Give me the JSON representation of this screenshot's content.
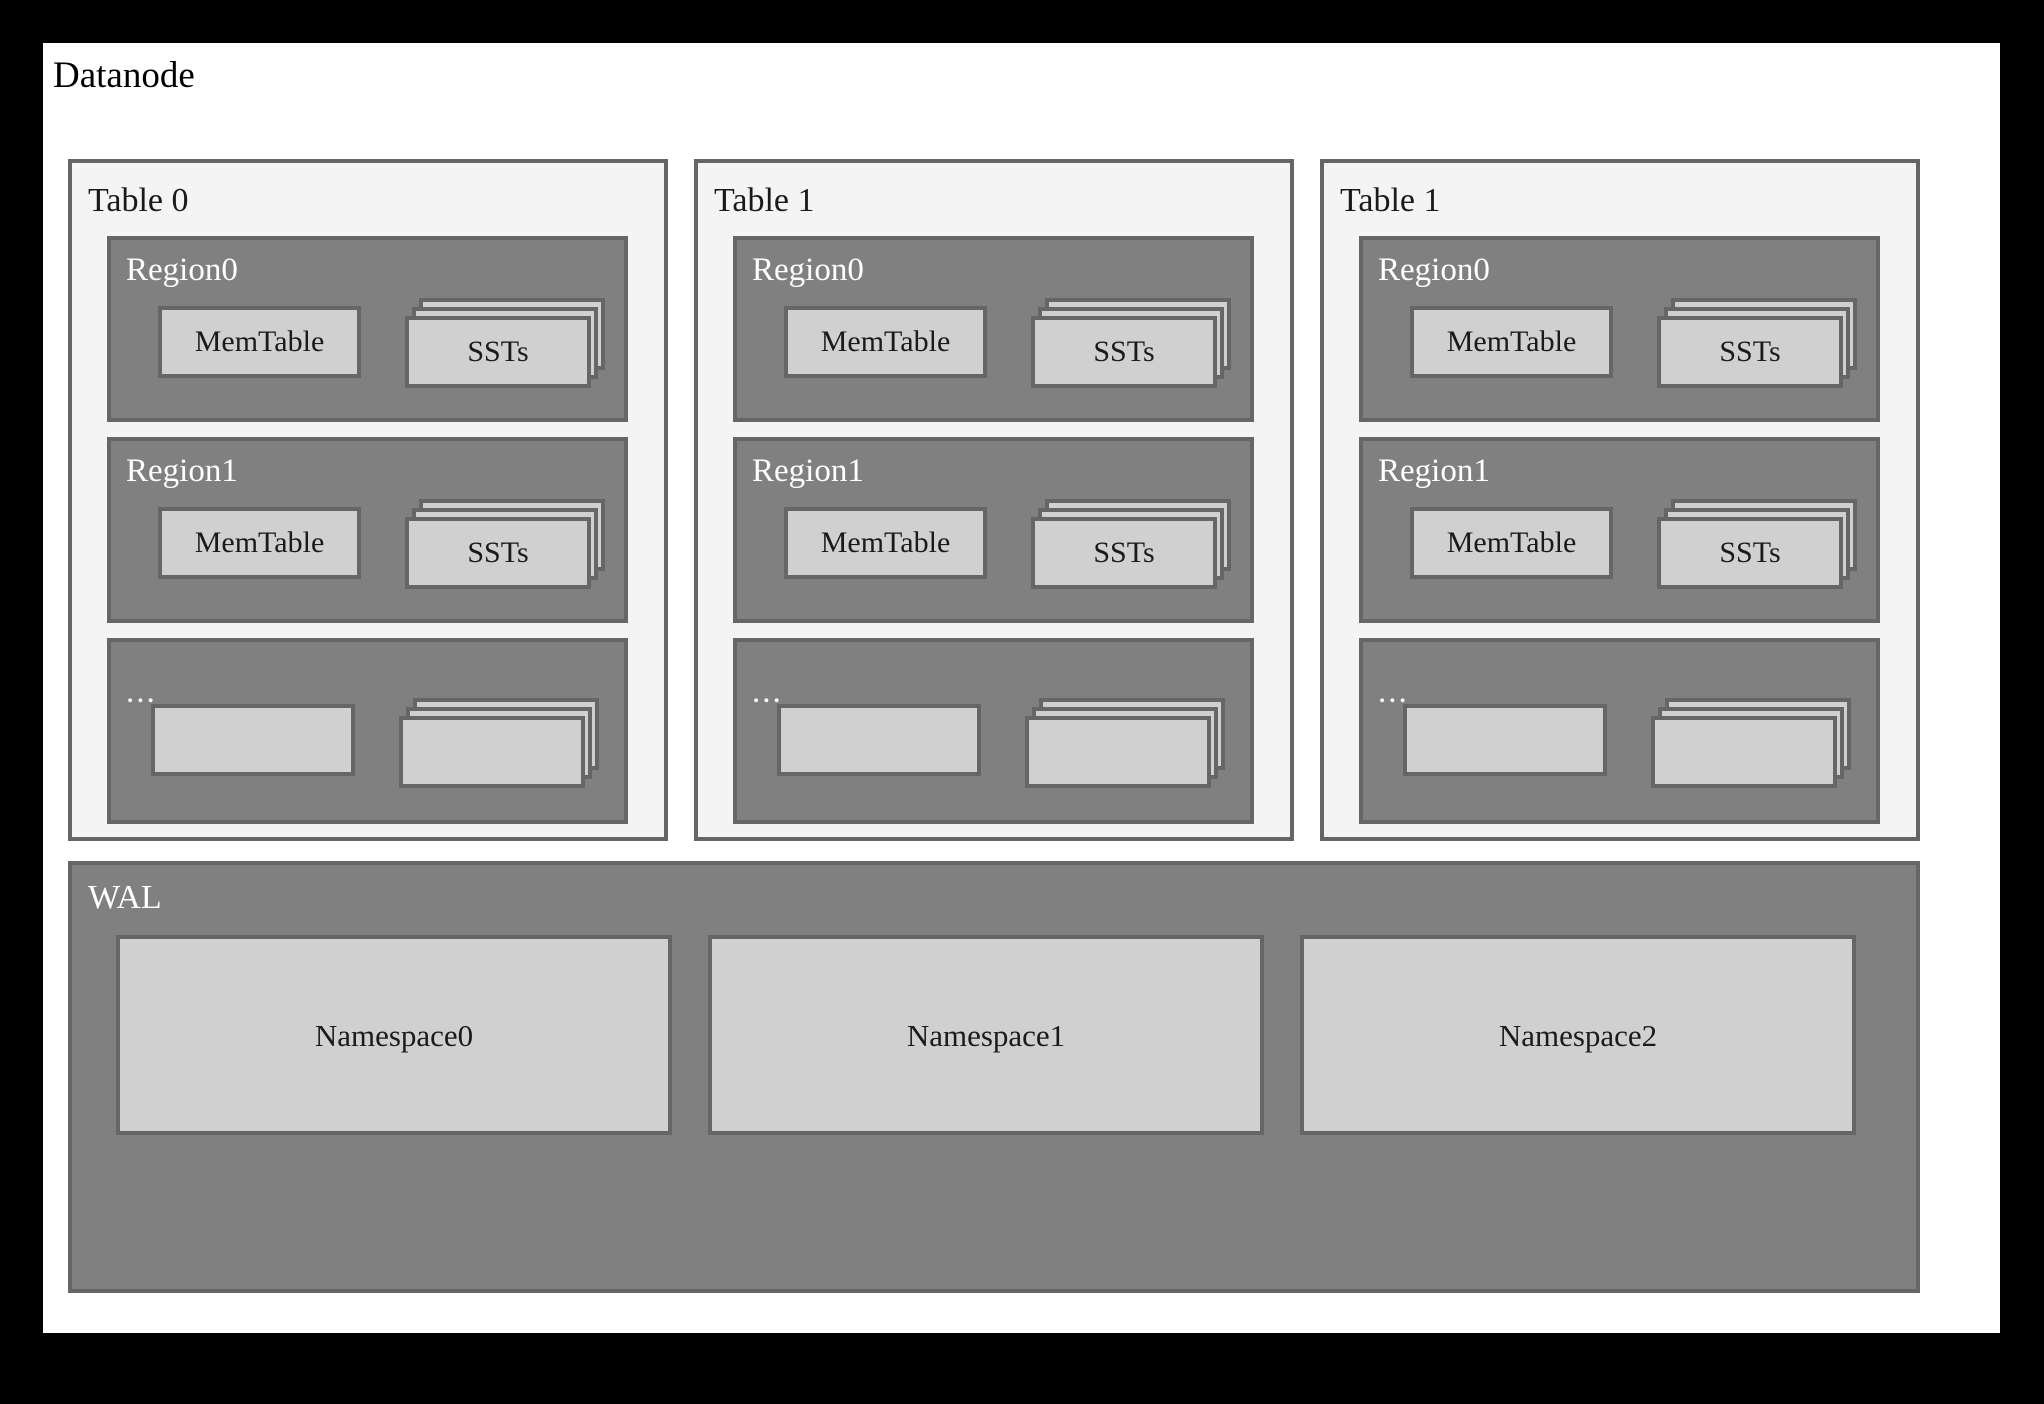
{
  "diagram": {
    "title": "Datanode",
    "background_color": "#ffffff",
    "frame_color": "#000000",
    "panel_bg": "#f4f4f4",
    "region_bg": "#808080",
    "box_bg": "#d0d0d0",
    "border_color": "#666666",
    "label_dark": "#1a1a1a",
    "label_light": "#ffffff"
  },
  "tables": [
    {
      "label": "Table 0",
      "regions": [
        {
          "label": "Region0",
          "memtable": "MemTable",
          "sst": "SSTs"
        },
        {
          "label": "Region1",
          "memtable": "MemTable",
          "sst": "SSTs"
        },
        {
          "label": "...",
          "memtable": "",
          "sst": ""
        }
      ]
    },
    {
      "label": "Table 1",
      "regions": [
        {
          "label": "Region0",
          "memtable": "MemTable",
          "sst": "SSTs"
        },
        {
          "label": "Region1",
          "memtable": "MemTable",
          "sst": "SSTs"
        },
        {
          "label": "...",
          "memtable": "",
          "sst": ""
        }
      ]
    },
    {
      "label": "Table 1",
      "regions": [
        {
          "label": "Region0",
          "memtable": "MemTable",
          "sst": "SSTs"
        },
        {
          "label": "Region1",
          "memtable": "MemTable",
          "sst": "SSTs"
        },
        {
          "label": "...",
          "memtable": "",
          "sst": ""
        }
      ]
    }
  ],
  "wal": {
    "label": "WAL",
    "namespaces": [
      {
        "label": "Namespace0"
      },
      {
        "label": "Namespace1"
      },
      {
        "label": "Namespace2"
      }
    ]
  }
}
